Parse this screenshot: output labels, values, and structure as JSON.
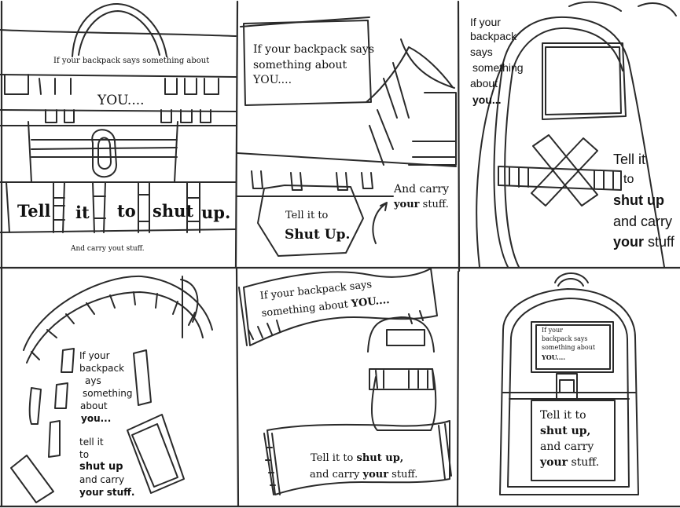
{
  "panels": [
    {
      "top": "If your backpack says something about",
      "you": "YOU....",
      "words": [
        "Tell",
        "it",
        "to",
        "shut",
        "up."
      ],
      "bottom": "And carry yout stuff."
    },
    {
      "line1": "If your backpack says",
      "line2": "something about",
      "line3": "YOU....",
      "hex_line1": "Tell it to",
      "hex_line2": "Shut Up.",
      "carry1": "And carry",
      "carry2_bold": "your",
      "carry2_rest": " stuff."
    },
    {
      "lines": [
        "If your",
        "backpack",
        "says",
        "something",
        "about"
      ],
      "you": "you...",
      "tell": "Tell it",
      "to": "to",
      "shut": "shut up",
      "carry": "and carry",
      "your_bold": "your",
      "stuff": " stuff"
    },
    {
      "lines": [
        "If your",
        "backpack",
        "ays",
        "something",
        "about"
      ],
      "you": "you...",
      "tell": "tell it",
      "to": "to",
      "shut": "shut up",
      "carry": "and carry",
      "your": "your stuff."
    },
    {
      "banner1_line1": "If your backpack says",
      "banner1_line2_a": "something about ",
      "banner1_line2_b": "YOU....",
      "banner2_a": "Tell it to ",
      "banner2_b": "shut up,",
      "banner2_line2_a": "and carry ",
      "banner2_line2_b": "your",
      "banner2_line2_c": " stuff."
    },
    {
      "sign1": "If your",
      "sign2": "backpack says",
      "sign3": "something about",
      "sign4": "YOU....",
      "tell": "Tell it to",
      "shut": "shut up,",
      "carry": "and carry",
      "your_bold": "your",
      "stuff": " stuff."
    }
  ]
}
